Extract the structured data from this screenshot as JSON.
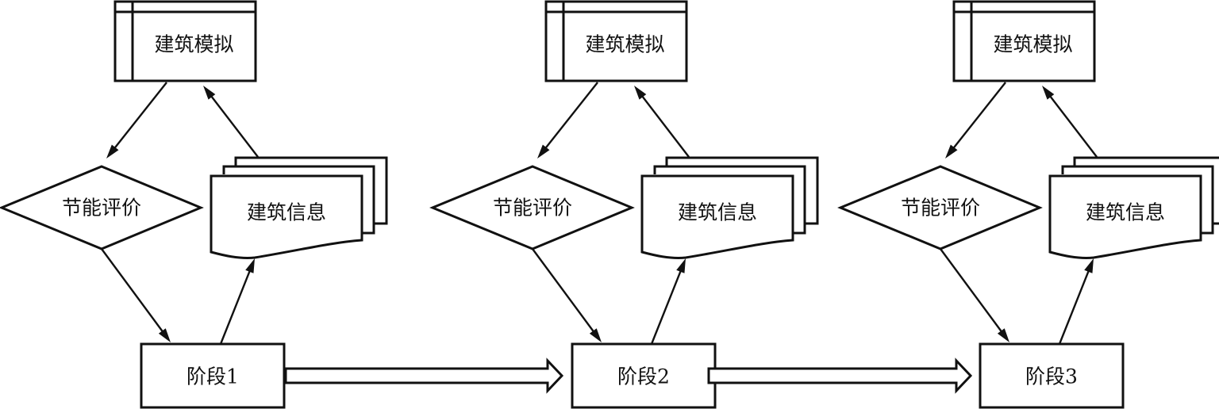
{
  "diagram": {
    "type": "flowchart",
    "colors": {
      "stroke": "#111111",
      "background": "#ffffff"
    },
    "stages": [
      {
        "id": "stage-1",
        "stage_label": "阶段1",
        "simulation_label": "建筑模拟",
        "evaluation_label": "节能评价",
        "info_label": "建筑信息"
      },
      {
        "id": "stage-2",
        "stage_label": "阶段2",
        "simulation_label": "建筑模拟",
        "evaluation_label": "节能评价",
        "info_label": "建筑信息"
      },
      {
        "id": "stage-3",
        "stage_label": "阶段3",
        "simulation_label": "建筑模拟",
        "evaluation_label": "节能评价",
        "info_label": "建筑信息"
      }
    ],
    "edges": [
      {
        "from": "simulation",
        "to": "evaluation",
        "style": "arrow"
      },
      {
        "from": "evaluation",
        "to": "stage",
        "style": "arrow"
      },
      {
        "from": "stage",
        "to": "info",
        "style": "arrow"
      },
      {
        "from": "info",
        "to": "simulation",
        "style": "arrow"
      },
      {
        "from": "stage-1",
        "to": "stage-2",
        "style": "hollow-block-arrow"
      },
      {
        "from": "stage-2",
        "to": "stage-3",
        "style": "hollow-block-arrow"
      }
    ]
  }
}
